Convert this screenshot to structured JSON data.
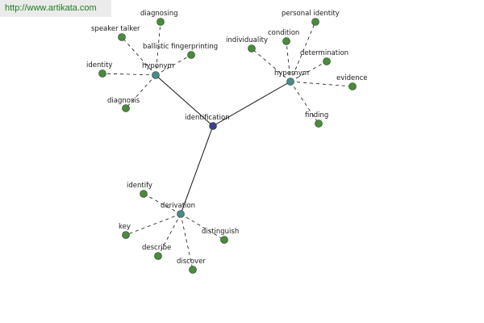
{
  "banner": {
    "text": "http://www.artikata.com"
  },
  "colors": {
    "root_node": "#3b3f8f",
    "hub_node": "#4b8a8a",
    "leaf_node": "#4a8a3c",
    "edge": "#111111"
  },
  "diagram": {
    "root": {
      "id": "root",
      "label": "identification"
    },
    "hubs": [
      {
        "id": "hyponym",
        "label": "hyponym"
      },
      {
        "id": "hypernym",
        "label": "hypernym"
      },
      {
        "id": "derivation",
        "label": "derivation"
      }
    ],
    "leaves": [
      {
        "id": "l-diagnosing",
        "hub": "hyponym",
        "label": "diagnosing"
      },
      {
        "id": "l-speaker-talker",
        "hub": "hyponym",
        "label": "speaker talker"
      },
      {
        "id": "l-ballistic-fingerprinting",
        "hub": "hyponym",
        "label": "ballistic fingerprinting"
      },
      {
        "id": "l-identity",
        "hub": "hyponym",
        "label": "identity"
      },
      {
        "id": "l-diagnosis",
        "hub": "hyponym",
        "label": "diagnosis"
      },
      {
        "id": "l-personal-identity",
        "hub": "hypernym",
        "label": "personal identity"
      },
      {
        "id": "l-individuality",
        "hub": "hypernym",
        "label": "individuality"
      },
      {
        "id": "l-condition",
        "hub": "hypernym",
        "label": "condition"
      },
      {
        "id": "l-determination",
        "hub": "hypernym",
        "label": "determination"
      },
      {
        "id": "l-evidence",
        "hub": "hypernym",
        "label": "evidence"
      },
      {
        "id": "l-finding",
        "hub": "hypernym",
        "label": "finding"
      },
      {
        "id": "l-identify",
        "hub": "derivation",
        "label": "identify"
      },
      {
        "id": "l-key",
        "hub": "derivation",
        "label": "key"
      },
      {
        "id": "l-describe",
        "hub": "derivation",
        "label": "describe"
      },
      {
        "id": "l-discover",
        "hub": "derivation",
        "label": "discover"
      },
      {
        "id": "l-distinguish",
        "hub": "derivation",
        "label": "distinguish"
      }
    ]
  }
}
